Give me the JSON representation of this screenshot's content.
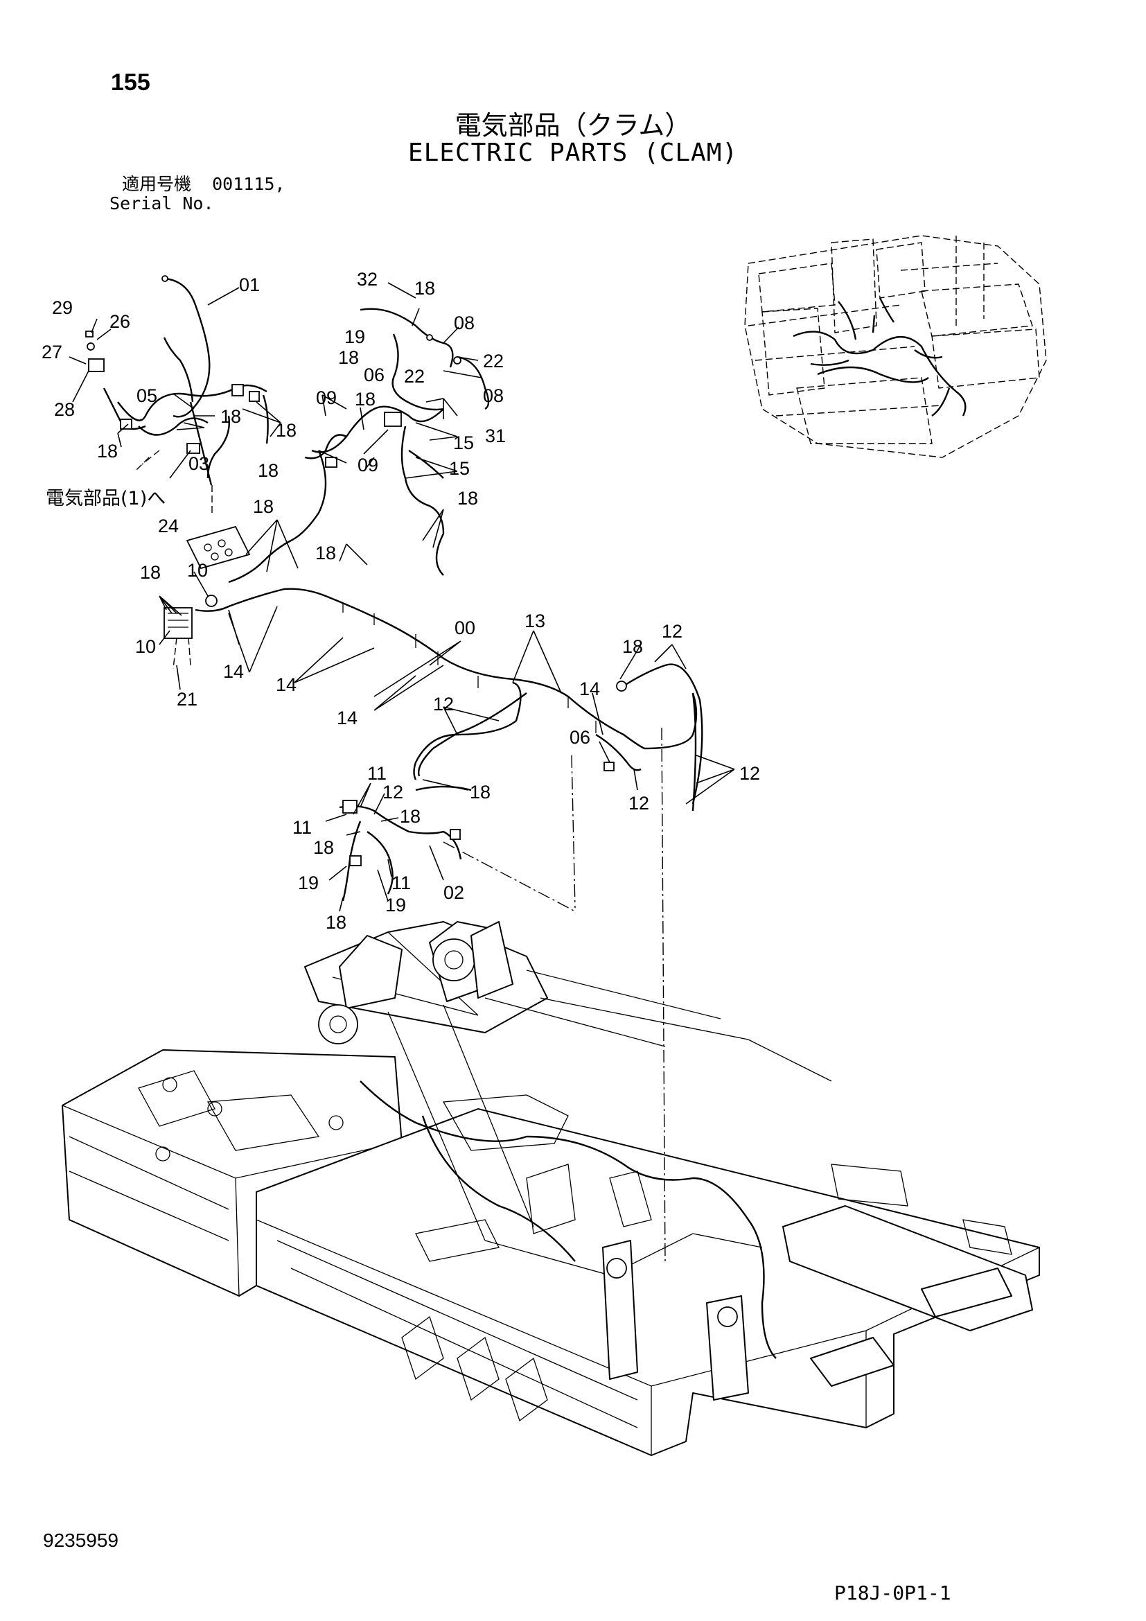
{
  "header": {
    "page_number": "155",
    "title_jp": "電気部品（クラム）",
    "title_en": "ELECTRIC PARTS (CLAM)",
    "serial_label_jp": "適用号機",
    "serial_value": "001115,",
    "serial_label_en": "Serial No."
  },
  "footer": {
    "drawing_number": "9235959",
    "page_code": "P18J-0P1-1"
  },
  "reference_note": "電気部品(1)へ",
  "callouts": {
    "c01": "01",
    "c02": "02",
    "c03": "03",
    "c05": "05",
    "c06a": "06",
    "c06b": "06",
    "c08a": "08",
    "c08b": "08",
    "c09a": "09",
    "c09b": "09",
    "c10a": "10",
    "c10b": "10",
    "c11a": "11",
    "c11b": "11",
    "c11c": "11",
    "c12a": "12",
    "c12b": "12",
    "c12c": "12",
    "c12d": "12",
    "c12e": "12",
    "c13": "13",
    "c14a": "14",
    "c14b": "14",
    "c14c": "14",
    "c14d": "14",
    "c15a": "15",
    "c15b": "15",
    "c18a": "18",
    "c18b": "18",
    "c18c": "18",
    "c18d": "18",
    "c18e": "18",
    "c18f": "18",
    "c18g": "18",
    "c18h": "18",
    "c18i": "18",
    "c18j": "18",
    "c18k": "18",
    "c18l": "18",
    "c18m": "18",
    "c18n": "18",
    "c18o": "18",
    "c18p": "18",
    "c19a": "19",
    "c19b": "19",
    "c19c": "19",
    "c21": "21",
    "c22a": "22",
    "c22b": "22",
    "c24": "24",
    "c26": "26",
    "c27": "27",
    "c28": "28",
    "c29": "29",
    "c31": "31",
    "c32": "32",
    "c00": "00"
  }
}
